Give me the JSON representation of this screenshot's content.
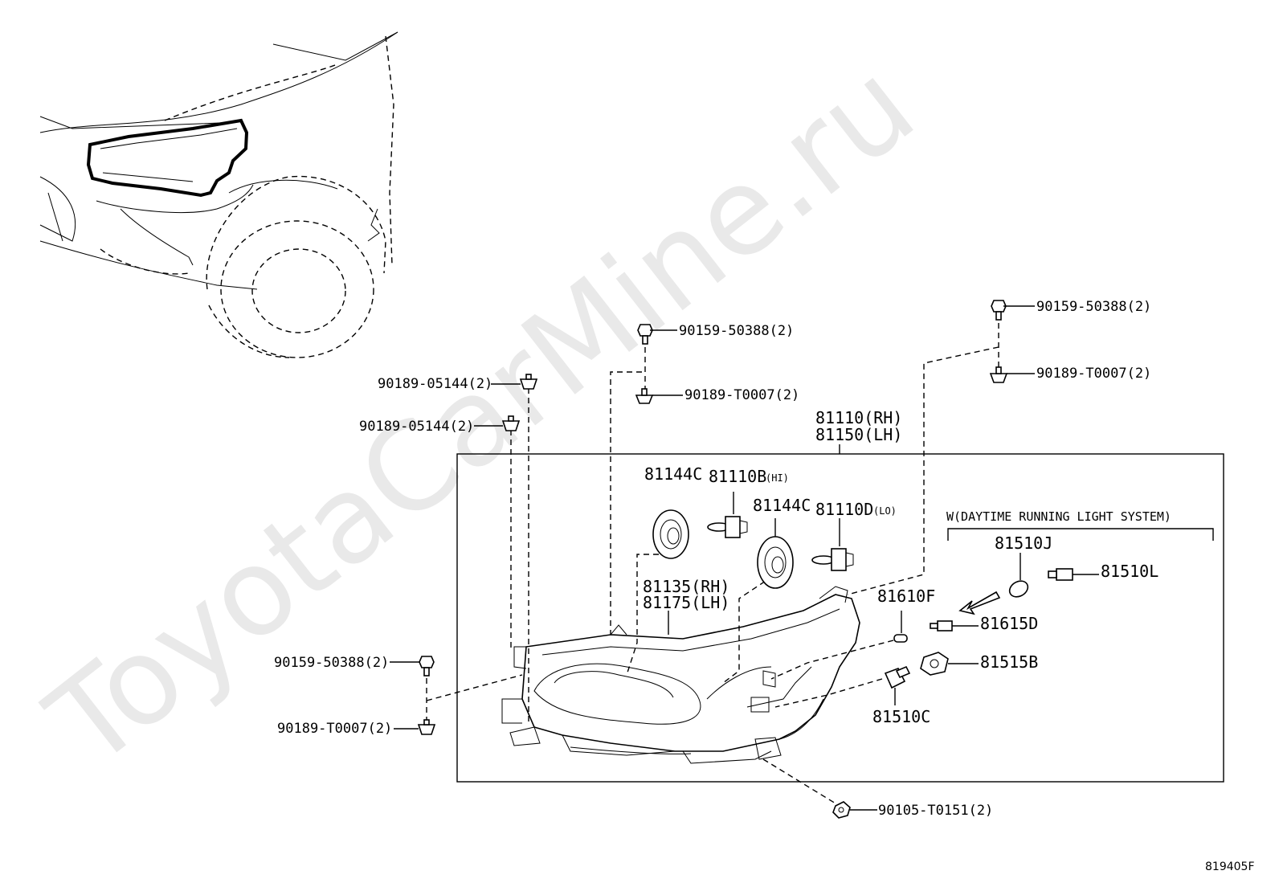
{
  "watermark": "ToyotaCarMine.ru",
  "diagram_code": "819405F",
  "assembly": {
    "rh": "81110(RH)",
    "lh": "81150(LH)"
  },
  "drl_group_label": "W(DAYTIME RUNNING LIGHT SYSTEM)",
  "parts": {
    "bolt_top_mid": "90159-50388(2)",
    "clip_top_mid": "90189-T0007(2)",
    "bolt_top_right": "90159-50388(2)",
    "clip_top_right": "90189-T0007(2)",
    "clip_left_1": "90189-05144(2)",
    "clip_left_2": "90189-05144(2)",
    "bolt_left": "90159-50388(2)",
    "clip_left_bottom": "90189-T0007(2)",
    "screw_bottom": "90105-T0151(2)",
    "cover_hi": "81144C",
    "bulb_hi": "81110B",
    "bulb_hi_suffix": "(HI)",
    "cover_lo": "81144C",
    "bulb_lo": "81110D",
    "bulb_lo_suffix": "(LO)",
    "housing_rh": "81135(RH)",
    "housing_lh": "81175(LH)",
    "drl_bulb": "81510J",
    "drl_socket": "81510L",
    "side_lamp": "81610F",
    "socket_d": "81615D",
    "socket_b": "81515B",
    "bulb_c": "81510C"
  }
}
